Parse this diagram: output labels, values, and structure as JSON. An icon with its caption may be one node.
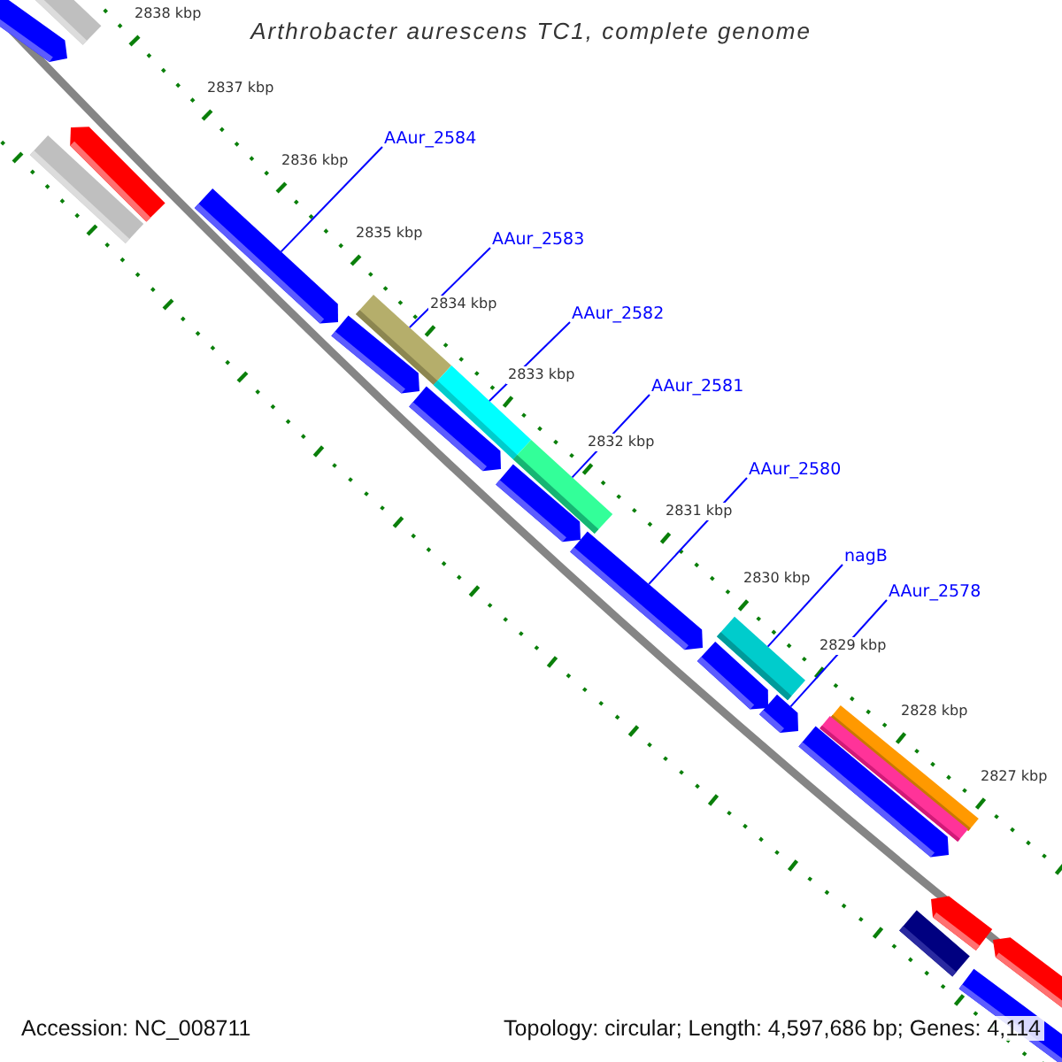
{
  "diagram": {
    "title": "Arthrobacter aurescens TC1, complete genome",
    "nodes": [
      {
        "text": [
          "AAur_2584"
        ]
      },
      {
        "text": [
          "AAur_2583"
        ]
      },
      {
        "text": [
          "AAur_2582"
        ]
      },
      {
        "text": [
          "AAur_2581"
        ]
      },
      {
        "text": [
          "AAur_2580"
        ]
      },
      {
        "text": [
          "nagB"
        ]
      },
      {
        "text": [
          "AAur_2578"
        ]
      },
      {
        "text": [],
        "shape": "arrow"
      },
      {
        "text": [],
        "shape": "bar"
      },
      {
        "text": [],
        "shape": "bar"
      },
      {
        "text": [],
        "shape": "arrow"
      },
      {
        "text": [],
        "shape": "arrow"
      },
      {
        "text": [],
        "shape": "bar"
      },
      {
        "text": [],
        "shape": "arrow"
      },
      {
        "text": [],
        "shape": "bar"
      },
      {
        "text": [],
        "shape": "arrow"
      },
      {
        "text": [],
        "shape": "bar"
      },
      {
        "text": [],
        "shape": "arrow"
      },
      {
        "text": [],
        "shape": "arrow"
      },
      {
        "text": [],
        "shape": "bar"
      },
      {
        "text": [],
        "shape": "arrow"
      },
      {
        "text": [],
        "shape": "arrow"
      },
      {
        "text": [],
        "shape": "bar"
      },
      {
        "text": [],
        "shape": "bar"
      },
      {
        "text": [],
        "shape": "arrow"
      },
      {
        "text": [],
        "shape": "arrow"
      },
      {
        "text": [],
        "shape": "bar"
      },
      {
        "text": [],
        "shape": "arrow"
      },
      {
        "text": [],
        "shape": "bar"
      }
    ],
    "edges": [
      {
        "from": 0,
        "to": 11,
        "arrow": "none"
      },
      {
        "from": 1,
        "to": 12,
        "arrow": "none"
      },
      {
        "from": 2,
        "to": 14,
        "arrow": "none"
      },
      {
        "from": 3,
        "to": 16,
        "arrow": "none"
      },
      {
        "from": 4,
        "to": 18,
        "arrow": "none"
      },
      {
        "from": 5,
        "to": 19,
        "arrow": "none"
      },
      {
        "from": 6,
        "to": 21,
        "arrow": "none"
      }
    ],
    "labels": [
      "2838 kbp",
      "2837 kbp",
      "2836 kbp",
      "2835 kbp",
      "2834 kbp",
      "2833 kbp",
      "2832 kbp",
      "2831 kbp",
      "2830 kbp",
      "2829 kbp",
      "2828 kbp",
      "2827 kbp",
      "Accession: NC_008711",
      "Topology: circular; Length: 4,597,686 bp; Genes: 4,114"
    ]
  }
}
